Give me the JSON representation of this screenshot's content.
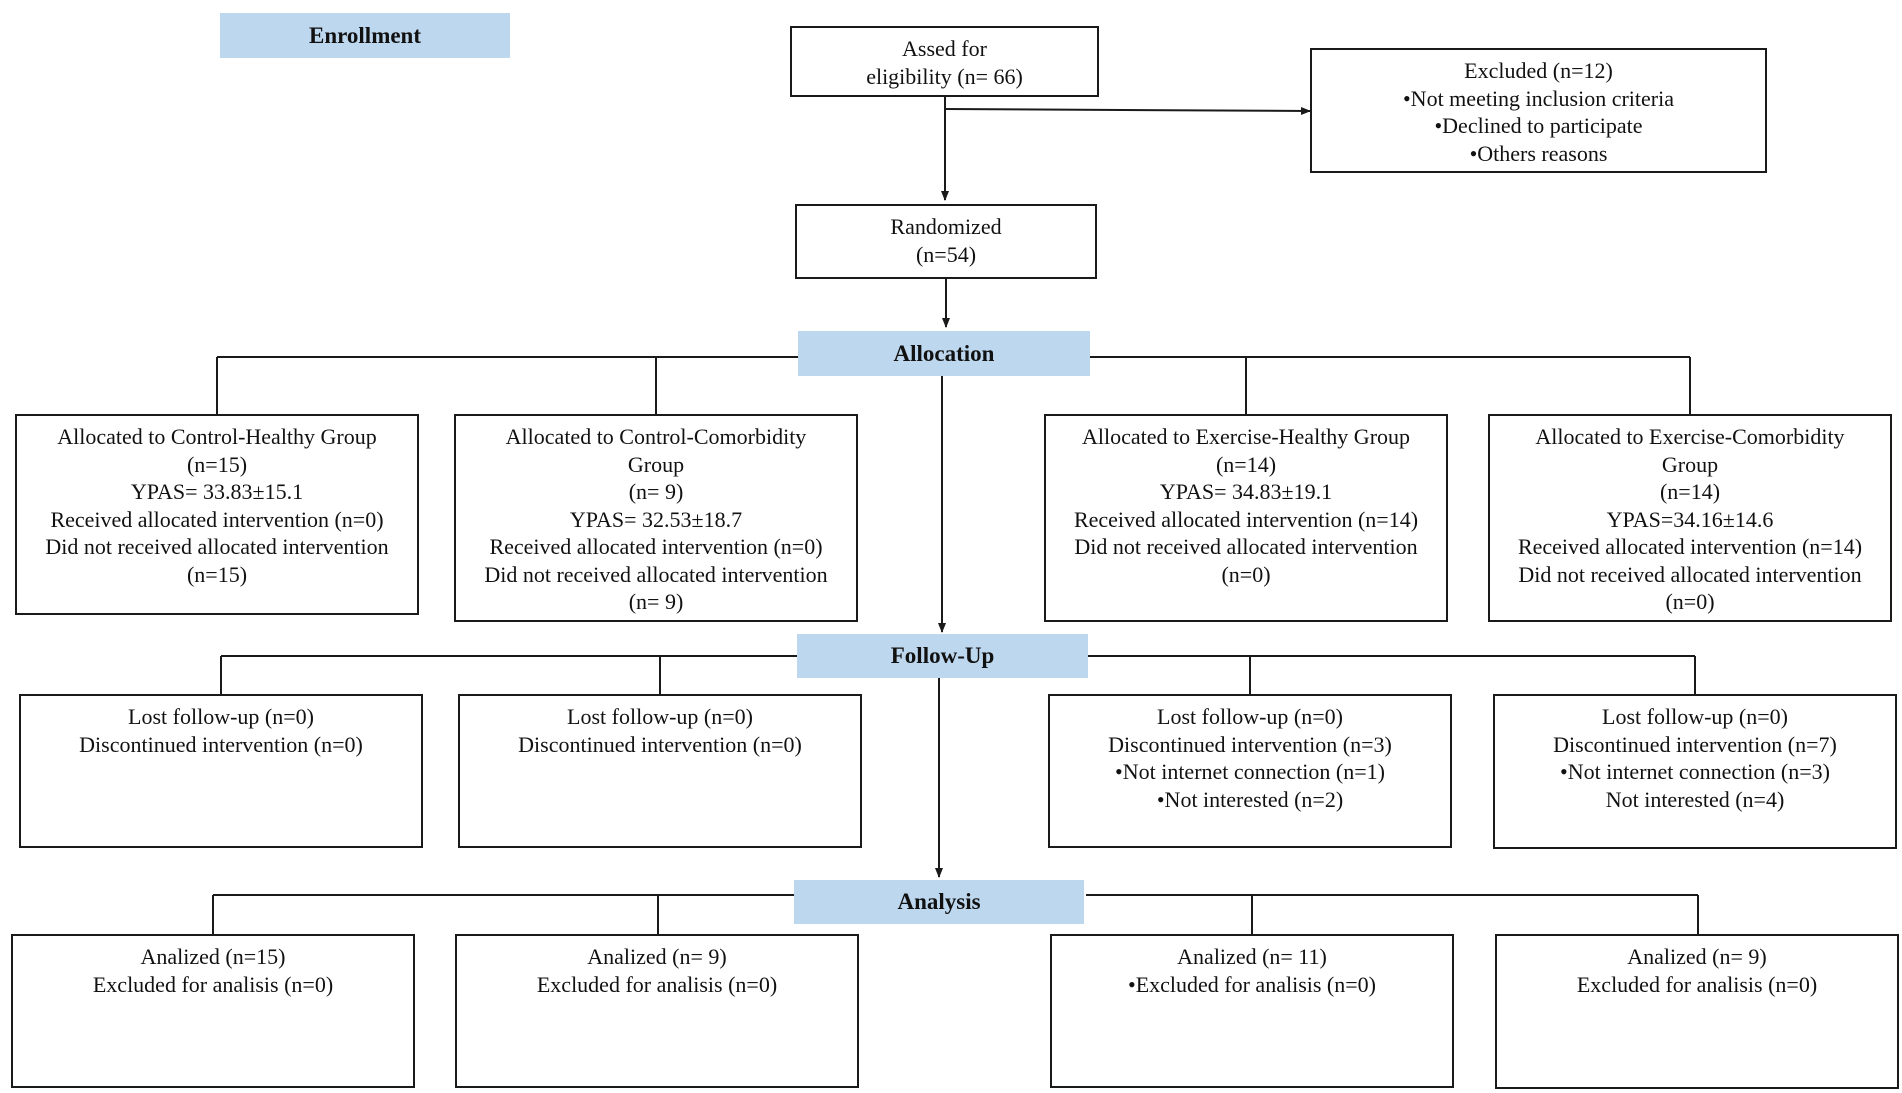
{
  "stages": {
    "enrollment": "Enrollment",
    "allocation": "Allocation",
    "follow_up": "Follow-Up",
    "analysis": "Analysis"
  },
  "assessed": [
    "Assed for",
    "eligibility (n= 66)"
  ],
  "excluded": [
    "Excluded (n=12)",
    "•Not meeting inclusion criteria",
    "•Declined to participate",
    "•Others reasons"
  ],
  "randomized": [
    "Randomized",
    "(n=54)"
  ],
  "allocated": [
    [
      "Allocated to Control-Healthy Group",
      "(n=15)",
      "YPAS= 33.83±15.1",
      "Received allocated intervention (n=0)",
      "Did not received allocated intervention",
      "(n=15)"
    ],
    [
      "Allocated to Control-Comorbidity",
      "Group",
      "(n= 9)",
      "YPAS= 32.53±18.7",
      "Received allocated intervention (n=0)",
      "Did not received allocated intervention",
      "(n= 9)"
    ],
    [
      "Allocated to Exercise-Healthy Group",
      "(n=14)",
      "YPAS= 34.83±19.1",
      "Received allocated intervention (n=14)",
      "Did not received allocated intervention",
      "(n=0)"
    ],
    [
      "Allocated to Exercise-Comorbidity",
      "Group",
      "(n=14)",
      "YPAS=34.16±14.6",
      "Received allocated intervention (n=14)",
      "Did not received allocated intervention",
      "(n=0)"
    ]
  ],
  "follow_up": [
    [
      "Lost follow-up (n=0)",
      "Discontinued intervention (n=0)"
    ],
    [
      "Lost follow-up (n=0)",
      "Discontinued intervention (n=0)"
    ],
    [
      "Lost follow-up (n=0)",
      "Discontinued intervention (n=3)",
      "•Not internet connection (n=1)",
      "•Not interested (n=2)"
    ],
    [
      "Lost follow-up (n=0)",
      "Discontinued intervention (n=7)",
      "•Not internet connection (n=3)",
      "Not interested (n=4)"
    ]
  ],
  "analysis": [
    [
      "Analized (n=15)",
      "Excluded for analisis (n=0)"
    ],
    [
      "Analized (n= 9)",
      "Excluded for analisis (n=0)"
    ],
    [
      "Analized (n= 11)",
      "•Excluded for analisis (n=0)"
    ],
    [
      "Analized (n= 9)",
      "Excluded for analisis (n=0)"
    ]
  ]
}
